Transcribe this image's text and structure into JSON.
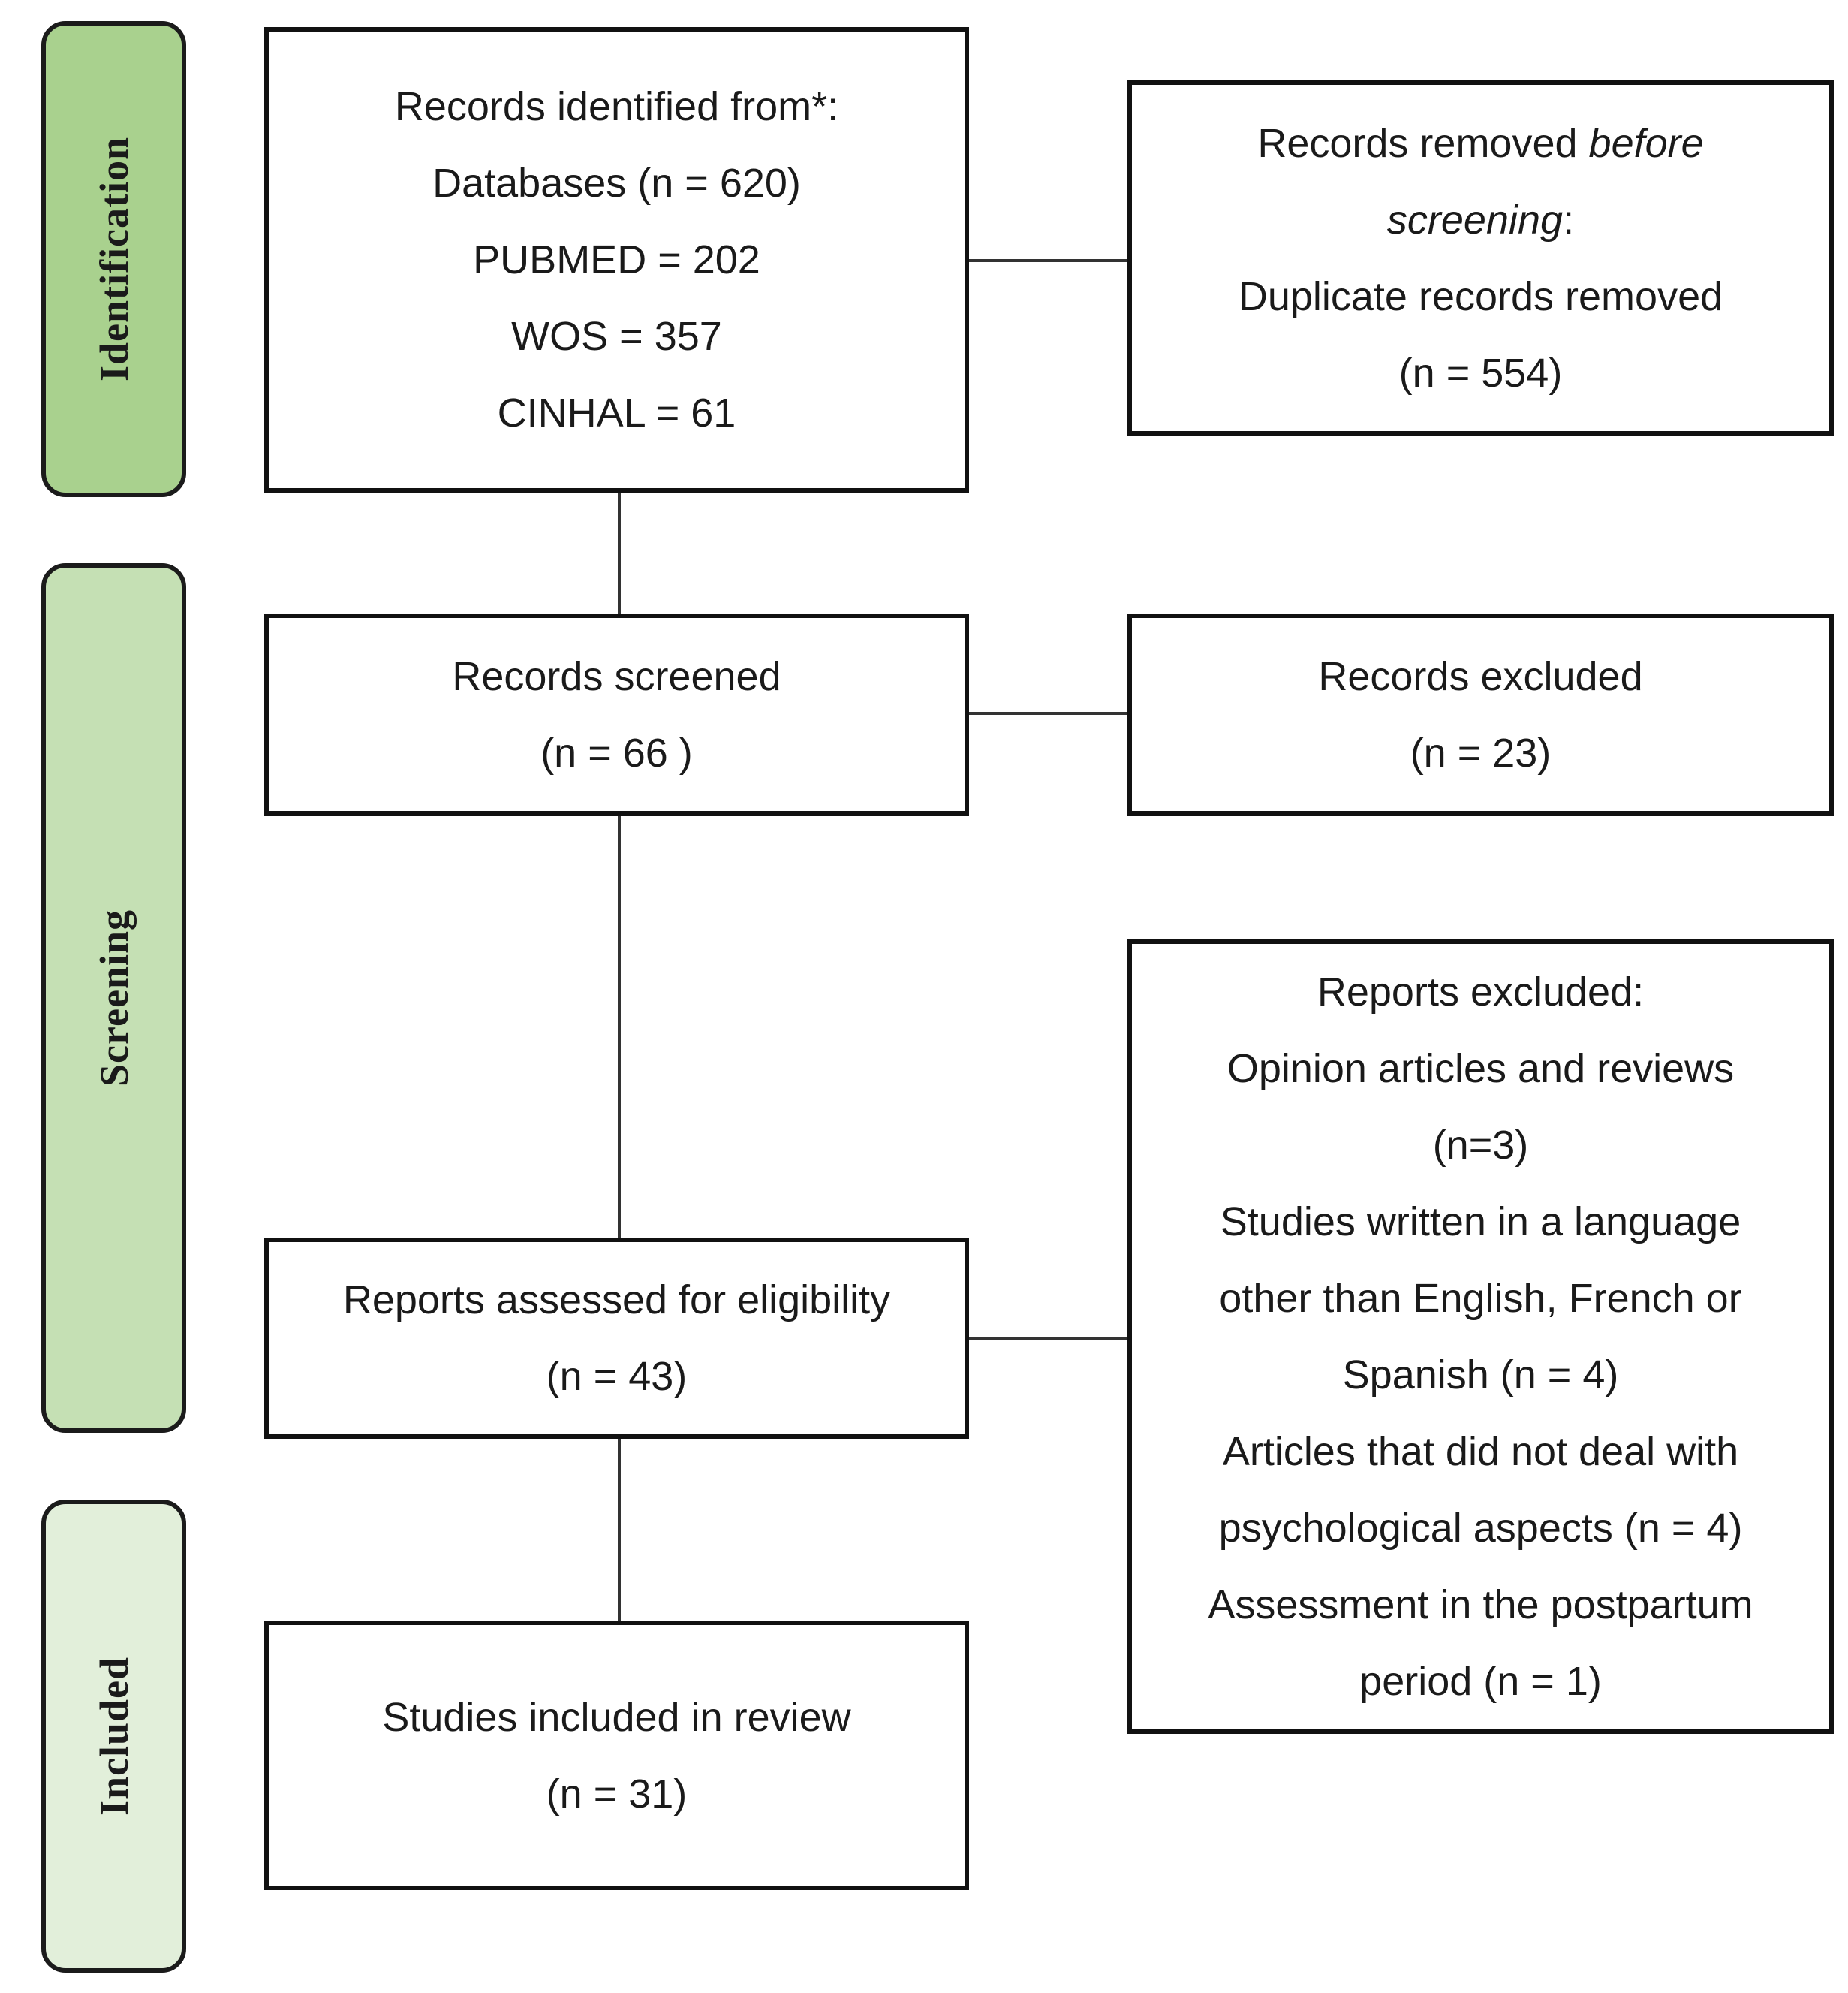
{
  "phases": {
    "identification": {
      "label": "Identification",
      "color": "#a9d18e"
    },
    "screening": {
      "label": "Screening",
      "color": "#c5e0b4"
    },
    "included": {
      "label": "Included",
      "color": "#e2efda"
    }
  },
  "boxes": {
    "identified": {
      "line1": "Records identified from*:",
      "line2": "Databases (n = 620)",
      "line3": "PUBMED = 202",
      "line4": "WOS = 357",
      "line5": "CINHAL = 61"
    },
    "removed": {
      "line1_a": "Records removed ",
      "line1_b": "before",
      "line2_a": "screening",
      "line2_b": ":",
      "line3": "Duplicate records removed",
      "line4": "(n = 554)"
    },
    "screened": {
      "line1": "Records screened",
      "line2": "(n = 66 )"
    },
    "excluded": {
      "line1": "Records excluded",
      "line2": "(n = 23)"
    },
    "assessed": {
      "line1": "Reports assessed for eligibility",
      "line2": "(n = 43)"
    },
    "reports_excluded": {
      "line1": "Reports excluded:",
      "line2": "Opinion articles and reviews",
      "line3": "(n=3)",
      "line4": "Studies written in a language",
      "line5": "other than English, French or",
      "line6": "Spanish (n = 4)",
      "line7": "Articles that did not deal with",
      "line8": "psychological aspects (n = 4)",
      "line9": "Assessment in the postpartum",
      "line10": "period (n = 1)"
    },
    "included": {
      "line1": "Studies included in review",
      "line2": "(n = 31)"
    }
  }
}
